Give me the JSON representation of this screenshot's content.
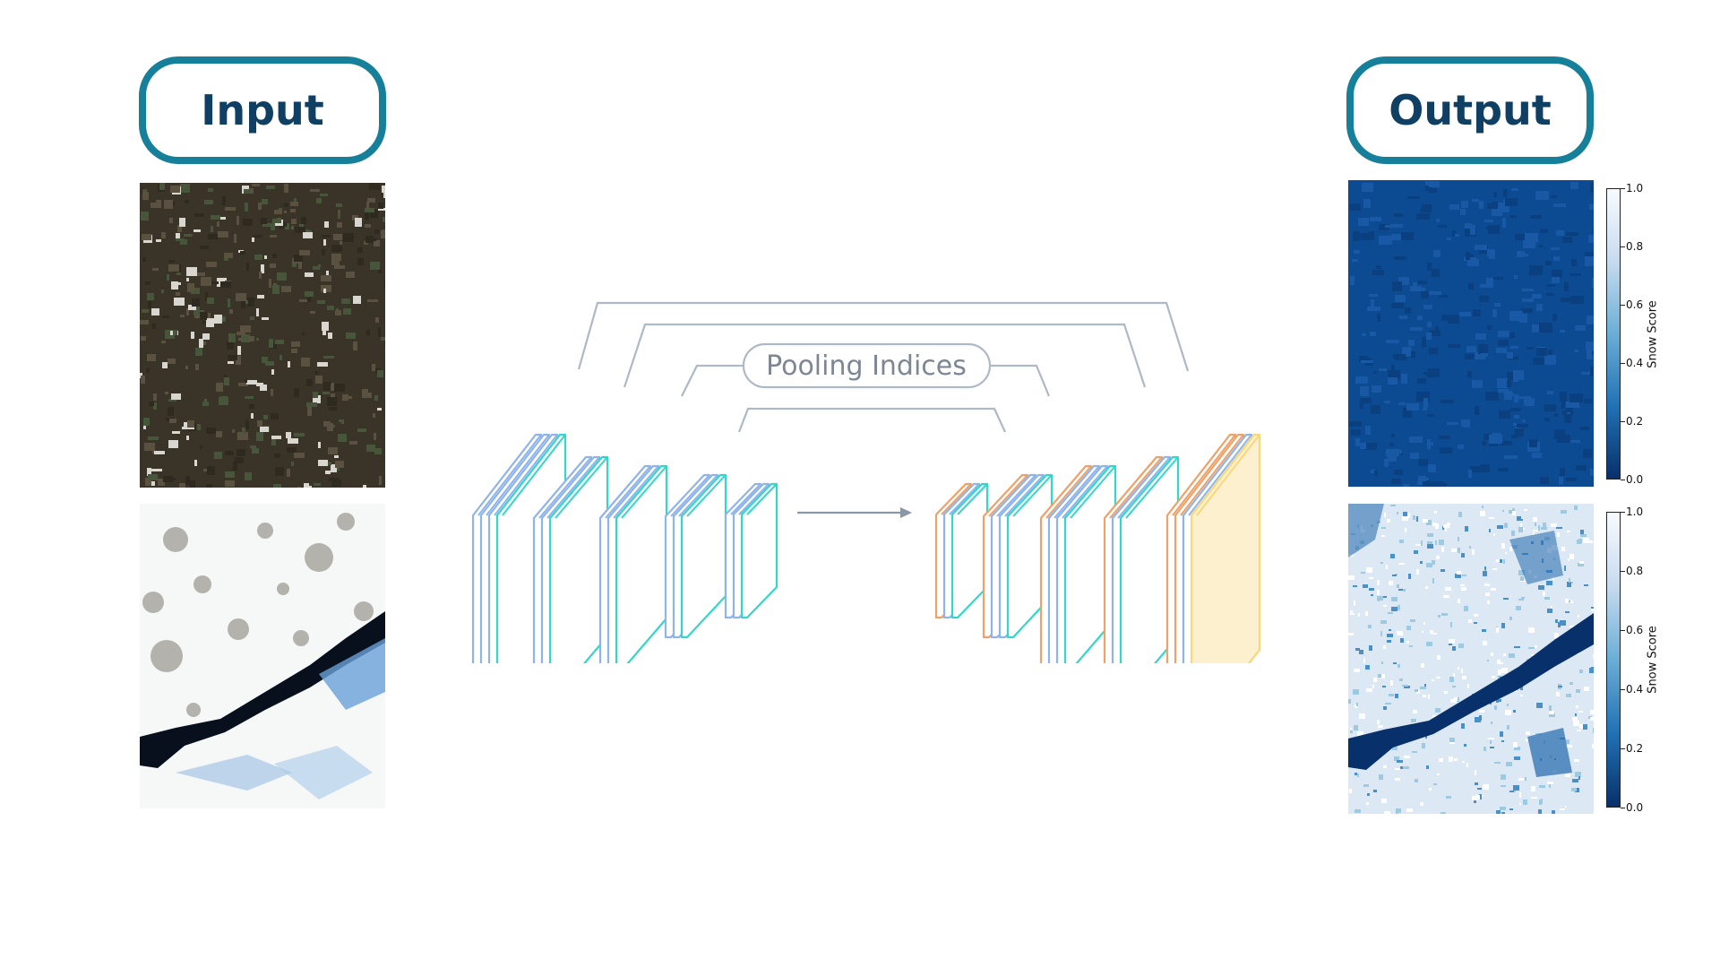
{
  "labels": {
    "input": "Input",
    "output": "Output",
    "pooling_indices": "Pooling Indices"
  },
  "colorbar": {
    "label": "Snow Score",
    "ticks": [
      "1.0",
      "0.8",
      "0.6",
      "0.4",
      "0.2",
      "0.0"
    ]
  },
  "colors": {
    "pill_border": "#167f99",
    "pill_text": "#0f3f63",
    "encoder_blue": "#8fb4ec",
    "encoder_teal": "#33d6c8",
    "decoder_orange": "#f0a168",
    "output_yellow": "#f8d77a",
    "connector_gray": "#aeb8c6"
  }
}
